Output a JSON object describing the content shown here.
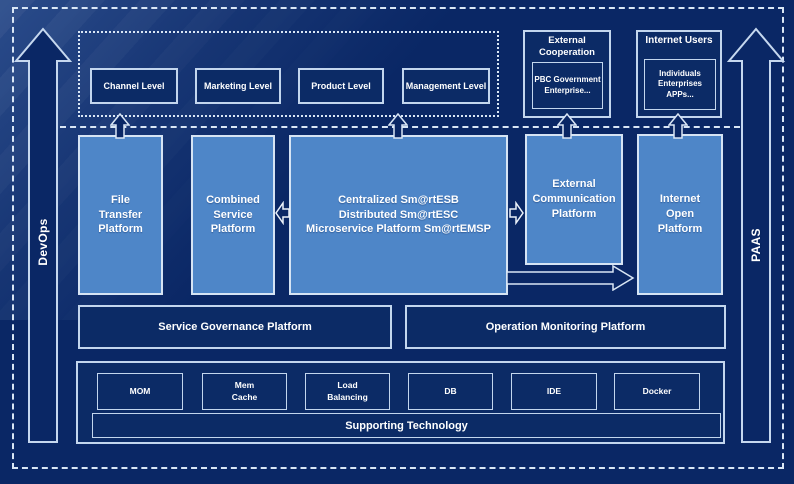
{
  "palette": {
    "background": "#0A2765",
    "platform_blue": "#4E86C8",
    "light_border": "#D6E4F4",
    "outline_border": "#C3D6EE",
    "dashed_line": "#D9E6F5",
    "text": "#FFFFFF"
  },
  "side_rails": {
    "left_label": "DevOps",
    "right_label": "PAAS"
  },
  "levels": {
    "items": [
      "Channel Level",
      "Marketing Level",
      "Product Level",
      "Management Level"
    ]
  },
  "external_cooperation": {
    "title_lines": [
      "External",
      "Cooperation"
    ],
    "inner_lines": [
      "PBC Government",
      "Enterprise..."
    ]
  },
  "internet_users": {
    "title": "Internet Users",
    "inner_lines": [
      "Individuals",
      "Enterprises",
      "APPs..."
    ]
  },
  "platforms": {
    "file_transfer_lines": [
      "File",
      "Transfer",
      "Platform"
    ],
    "combined_service_lines": [
      "Combined",
      "Service",
      "Platform"
    ],
    "central_lines": [
      "Centralized Sm@rtESB",
      "Distributed Sm@rtESC",
      "Microservice Platform Sm@rtEMSP"
    ],
    "external_communication_lines": [
      "External",
      "Communication",
      "Platform"
    ],
    "internet_open_lines": [
      "Internet",
      "Open",
      "Platform"
    ]
  },
  "governance_label": "Service Governance Platform",
  "monitoring_label": "Operation Monitoring Platform",
  "supporting": {
    "items_lines": [
      [
        "MOM"
      ],
      [
        "Mem",
        "Cache"
      ],
      [
        "Load",
        "Balancing"
      ],
      [
        "DB"
      ],
      [
        "IDE"
      ],
      [
        "Docker"
      ]
    ],
    "bar_label": "Supporting Technology"
  }
}
